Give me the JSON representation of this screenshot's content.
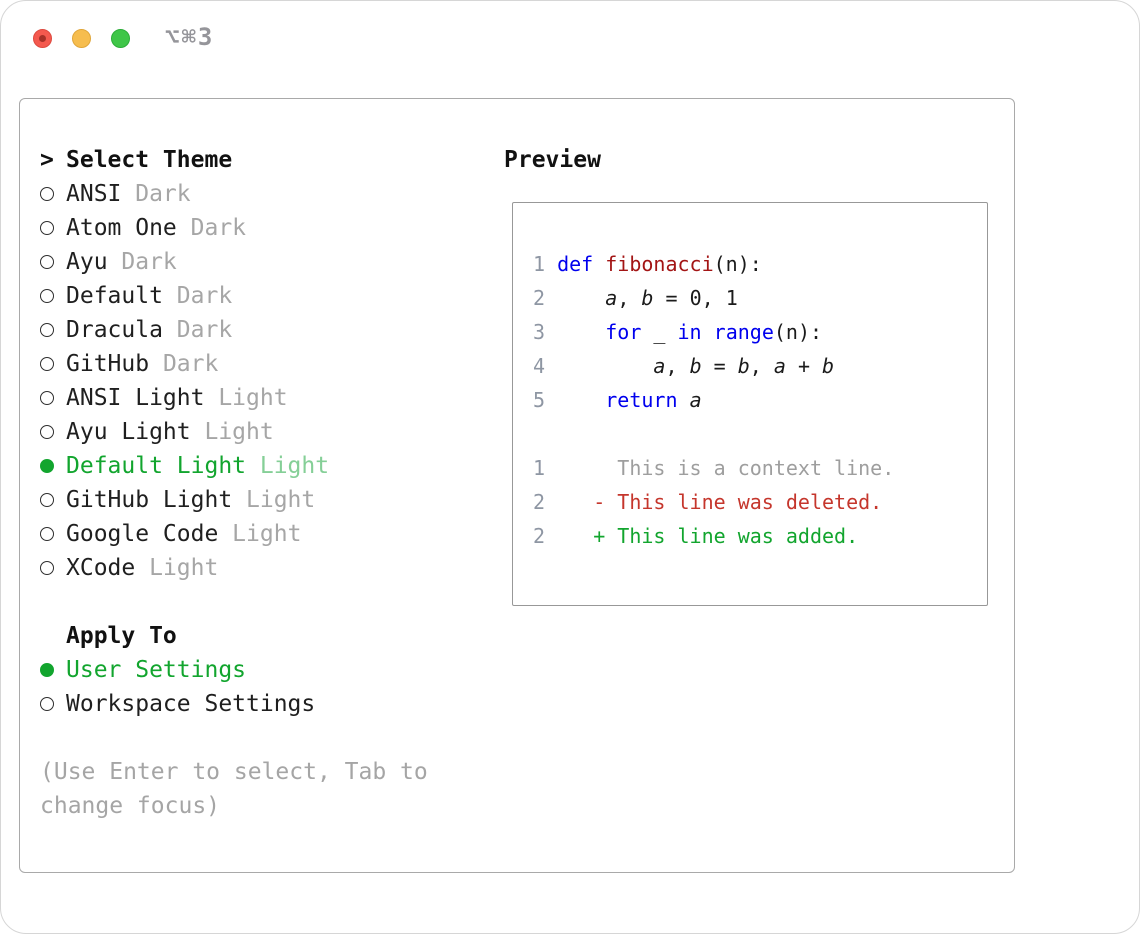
{
  "window": {
    "shortcut": "⌥⌘3"
  },
  "colors": {
    "accent_green": "#12a52e",
    "keyword_blue": "#0000ee",
    "function_red": "#a31515",
    "deleted_red": "#c5362c",
    "added_green": "#12a52e",
    "muted_gray": "#a6a6a6"
  },
  "theme_selector": {
    "prompt": ">",
    "title": "Select Theme",
    "items": [
      {
        "name": "ANSI",
        "variant": "Dark",
        "selected": false
      },
      {
        "name": "Atom One",
        "variant": "Dark",
        "selected": false
      },
      {
        "name": "Ayu",
        "variant": "Dark",
        "selected": false
      },
      {
        "name": "Default",
        "variant": "Dark",
        "selected": false
      },
      {
        "name": "Dracula",
        "variant": "Dark",
        "selected": false
      },
      {
        "name": "GitHub",
        "variant": "Dark",
        "selected": false
      },
      {
        "name": "ANSI Light",
        "variant": "Light",
        "selected": false
      },
      {
        "name": "Ayu Light",
        "variant": "Light",
        "selected": false
      },
      {
        "name": "Default Light",
        "variant": "Light",
        "selected": true
      },
      {
        "name": "GitHub Light",
        "variant": "Light",
        "selected": false
      },
      {
        "name": "Google Code",
        "variant": "Light",
        "selected": false
      },
      {
        "name": "XCode",
        "variant": "Light",
        "selected": false
      }
    ]
  },
  "apply_to": {
    "title": "Apply To",
    "options": [
      {
        "label": "User Settings",
        "selected": true
      },
      {
        "label": "Workspace Settings",
        "selected": false
      }
    ]
  },
  "hint": "(Use Enter to select, Tab to\nchange focus)",
  "preview": {
    "title": "Preview",
    "lines": [
      {
        "tokens": [
          {
            "t": "1",
            "c": "num"
          },
          {
            "t": " ",
            "c": "pl"
          },
          {
            "t": "def",
            "c": "kw"
          },
          {
            "t": " ",
            "c": "pl"
          },
          {
            "t": "fibonacci",
            "c": "fn"
          },
          {
            "t": "(n):",
            "c": "pl"
          }
        ]
      },
      {
        "tokens": [
          {
            "t": "2",
            "c": "num"
          },
          {
            "t": "     ",
            "c": "pl"
          },
          {
            "t": "a",
            "c": "var"
          },
          {
            "t": ", ",
            "c": "pl"
          },
          {
            "t": "b",
            "c": "var"
          },
          {
            "t": " = 0, 1",
            "c": "pl"
          }
        ]
      },
      {
        "tokens": [
          {
            "t": "3",
            "c": "num"
          },
          {
            "t": "     ",
            "c": "pl"
          },
          {
            "t": "for",
            "c": "kw"
          },
          {
            "t": " _ ",
            "c": "pl"
          },
          {
            "t": "in",
            "c": "kw"
          },
          {
            "t": " ",
            "c": "pl"
          },
          {
            "t": "range",
            "c": "kw"
          },
          {
            "t": "(n):",
            "c": "pl"
          }
        ]
      },
      {
        "tokens": [
          {
            "t": "4",
            "c": "num"
          },
          {
            "t": "         ",
            "c": "pl"
          },
          {
            "t": "a",
            "c": "var"
          },
          {
            "t": ", ",
            "c": "pl"
          },
          {
            "t": "b",
            "c": "var"
          },
          {
            "t": " = ",
            "c": "pl"
          },
          {
            "t": "b",
            "c": "var"
          },
          {
            "t": ", ",
            "c": "pl"
          },
          {
            "t": "a",
            "c": "var"
          },
          {
            "t": " + ",
            "c": "pl"
          },
          {
            "t": "b",
            "c": "var"
          }
        ]
      },
      {
        "tokens": [
          {
            "t": "5",
            "c": "num"
          },
          {
            "t": "     ",
            "c": "pl"
          },
          {
            "t": "return",
            "c": "kw"
          },
          {
            "t": " ",
            "c": "pl"
          },
          {
            "t": "a",
            "c": "var"
          }
        ]
      },
      {
        "tokens": []
      },
      {
        "tokens": [
          {
            "t": "1",
            "c": "num"
          },
          {
            "t": "      ",
            "c": "pl"
          },
          {
            "t": "This is a context line.",
            "c": "ctx"
          }
        ]
      },
      {
        "tokens": [
          {
            "t": "2",
            "c": "num"
          },
          {
            "t": "    ",
            "c": "pl"
          },
          {
            "t": "- This line was deleted.",
            "c": "del"
          }
        ]
      },
      {
        "tokens": [
          {
            "t": "2",
            "c": "num"
          },
          {
            "t": "    ",
            "c": "pl"
          },
          {
            "t": "+ This line was added.",
            "c": "add"
          }
        ]
      }
    ]
  }
}
